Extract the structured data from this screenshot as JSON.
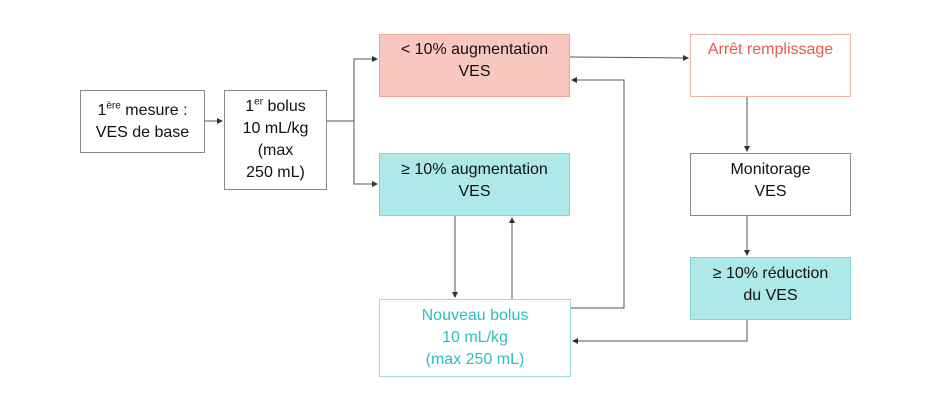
{
  "diagram": {
    "nodes": {
      "first_measure": {
        "line1_num": "1",
        "line1_sup": "ère",
        "line1_rest": " mesure :",
        "line2": "VES de base"
      },
      "first_bolus": {
        "line1_num": "1",
        "line1_sup": "er",
        "line1_rest": " bolus",
        "line2": "10 mL/kg",
        "line3": "(max",
        "line4": "250 mL)"
      },
      "less_increase": {
        "line1": "< 10% augmentation",
        "line2": "VES"
      },
      "stop_filling": {
        "line1": "Arrêt remplissage"
      },
      "more_increase": {
        "line1": "≥ 10% augmentation",
        "line2": "VES"
      },
      "monitoring": {
        "line1": "Monitorage",
        "line2": "VES"
      },
      "reduction": {
        "line1": "≥ 10% réduction",
        "line2": "du VES"
      },
      "new_bolus": {
        "line1": "Nouveau bolus",
        "line2": "10 mL/kg",
        "line3": "(max 250 mL)"
      }
    },
    "colors": {
      "pink_fill": "#f8c7c0",
      "teal_fill": "#aee8e8",
      "red_text": "#ef5a46",
      "teal_text": "#2bbfbf",
      "connector": "#444444"
    }
  }
}
